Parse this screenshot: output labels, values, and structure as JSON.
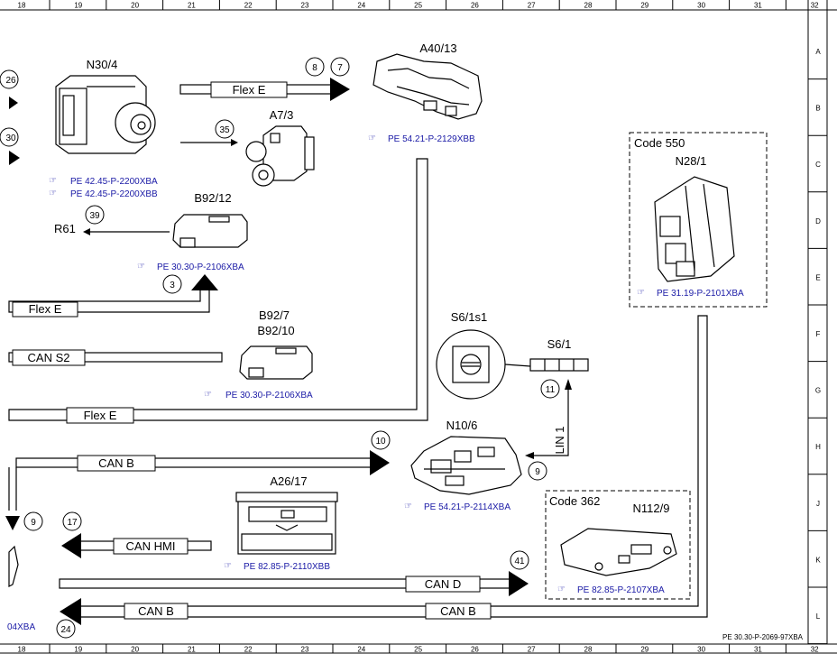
{
  "grid": {
    "columns": [
      "18",
      "19",
      "20",
      "21",
      "22",
      "23",
      "24",
      "25",
      "26",
      "27",
      "28",
      "29",
      "30",
      "31",
      "32"
    ],
    "rows": [
      "A",
      "B",
      "C",
      "D",
      "E",
      "F",
      "G",
      "H",
      "J",
      "K",
      "L"
    ]
  },
  "components": {
    "n30_4": "N30/4",
    "a40_13": "A40/13",
    "a7_3": "A7/3",
    "b92_12": "B92/12",
    "b92_7": "B92/7",
    "b92_10": "B92/10",
    "s6_1s1": "S6/1s1",
    "s6_1": "S6/1",
    "n10_6": "N10/6",
    "a26_17": "A26/17",
    "n28_1": "N28/1",
    "n112_9": "N112/9",
    "r61": "R61"
  },
  "codes": {
    "code550": "Code 550",
    "code362": "Code 362"
  },
  "refs": {
    "n30_4_a": "PE 42.45-P-2200XBA",
    "n30_4_b": "PE 42.45-P-2200XBB",
    "a40_13": "PE 54.21-P-2129XBB",
    "b92_12": "PE 30.30-P-2106XBA",
    "b92_7": "PE 30.30-P-2106XBA",
    "n28_1": "PE 31.19-P-2101XBA",
    "n10_6": "PE 54.21-P-2114XBA",
    "a26_17": "PE 82.85-P-2110XBB",
    "n112_9": "PE 82.85-P-2107XBA",
    "left_cut": "04XBA"
  },
  "buses": {
    "flex_e_top": "Flex E",
    "flex_e_mid": "Flex E",
    "can_s2": "CAN S2",
    "flex_e_low": "Flex E",
    "can_b_1": "CAN B",
    "can_hmi": "CAN HMI",
    "can_d": "CAN D",
    "can_b_2": "CAN B",
    "can_b_3": "CAN B",
    "lin1": "LIN 1"
  },
  "markers": {
    "m26": "26",
    "m30": "30",
    "m8": "8",
    "m7": "7",
    "m35": "35",
    "m39": "39",
    "m3": "3",
    "m11": "11",
    "m10": "10",
    "m9a": "9",
    "m9b": "9",
    "m17": "17",
    "m41": "41",
    "m24": "24"
  },
  "footer": {
    "docref": "PE 30.30-P-2069-97XBA"
  }
}
